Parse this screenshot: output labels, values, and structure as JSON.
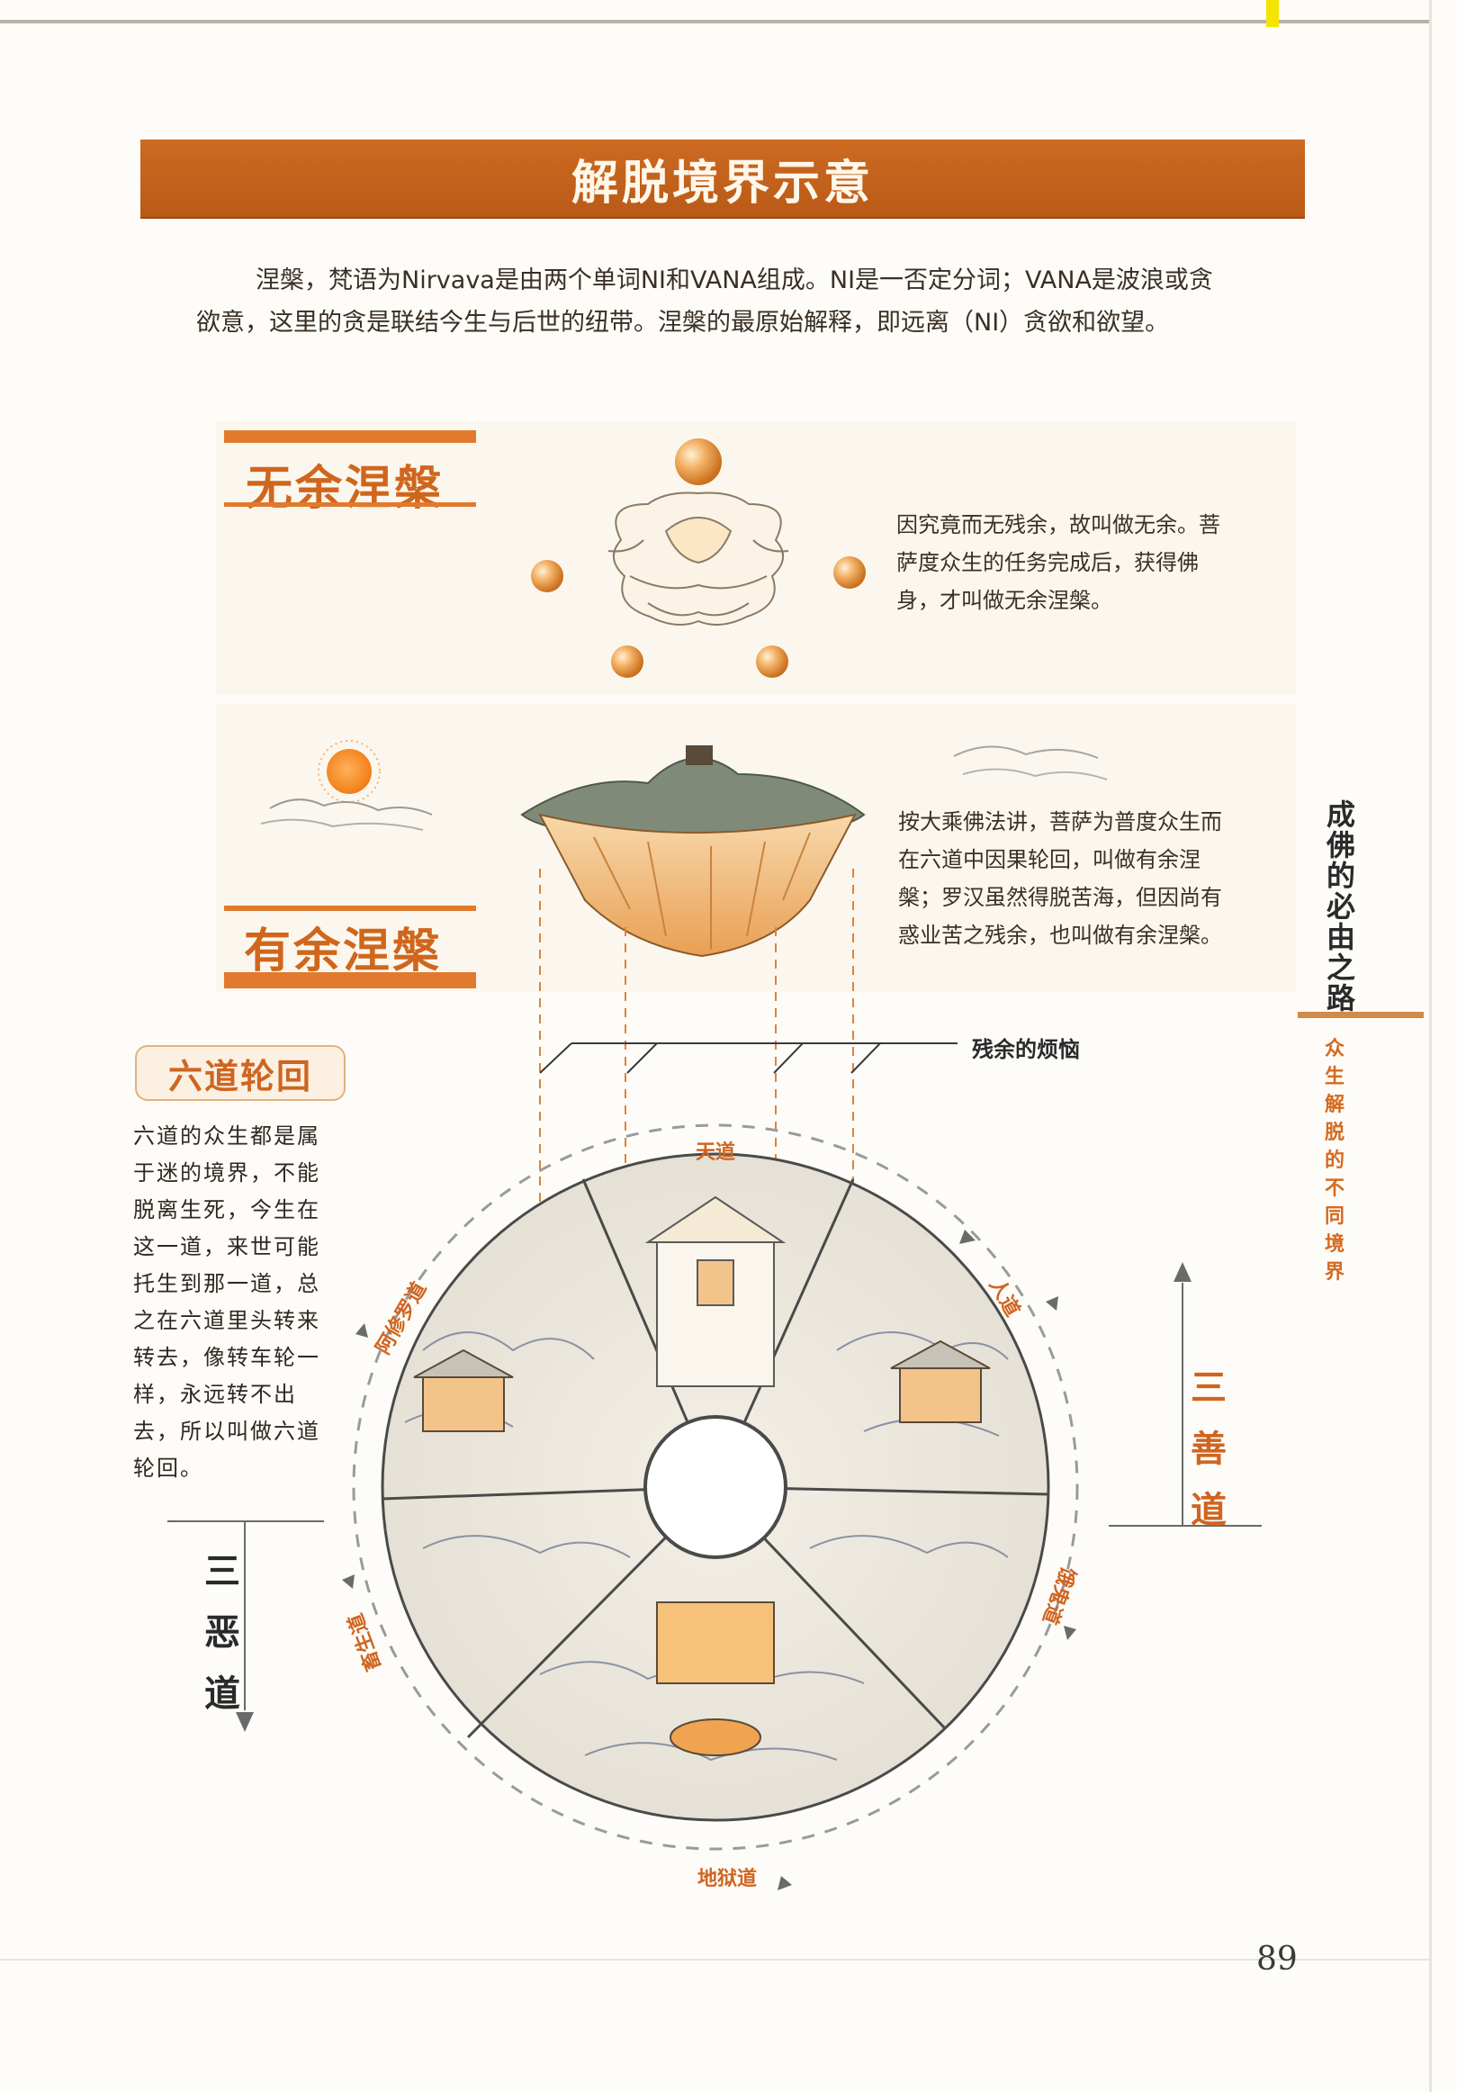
{
  "page": {
    "title": "解脱境界示意",
    "intro": "涅槃，梵语为Nirvava是由两个单词NI和VANA组成。NI是一否定分词；VANA是波浪或贪欲意，这里的贪是联结今生与后世的纽带。涅槃的最原始解释，即远离（NI）贪欲和欲望。",
    "page_number": "89"
  },
  "sidebar": {
    "title": "成佛的必由之路",
    "subtitle": "众生解脱的不同境界"
  },
  "nirvana_without_remainder": {
    "label": "无余涅槃",
    "description": "因究竟而无残余，故叫做无余。菩萨度众生的任务完成后，获得佛身，才叫做无余涅槃。"
  },
  "nirvana_with_remainder": {
    "label": "有余涅槃",
    "description": "按大乘佛法讲，菩萨为普度众生而在六道中因果轮回，叫做有余涅槃；罗汉虽然得脱苦海，但因尚有惑业苦之残余，也叫做有余涅槃。"
  },
  "residual_afflictions": "残余的烦恼",
  "six_paths": {
    "label": "六道轮回",
    "description": "六道的众生都是属于迷的境界，不能脱离生死，今生在这一道，来世可能托生到那一道，总之在六道里头转来转去，像转车轮一样，永远转不出去，所以叫做六道轮回。",
    "realms": {
      "heaven": "天道",
      "human": "人道",
      "hungry_ghost": "饿鬼道",
      "hell": "地狱道",
      "animal": "畜生道",
      "asura": "阿修罗道"
    },
    "three_good_paths": "三善道",
    "three_evil_paths": "三恶道"
  },
  "colors": {
    "accent": "#cd6a22",
    "orange_text": "#cf6521",
    "wheel_ink": "#3d4a6a"
  }
}
